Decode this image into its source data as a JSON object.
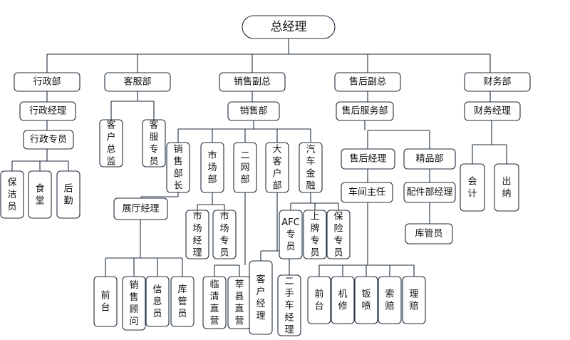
{
  "nodes": {
    "ceo": "总经理",
    "admin_dept": "行政部",
    "admin_manager": "行政经理",
    "admin_specialist": "行政专员",
    "cleaner": "保洁员",
    "canteen": "食堂",
    "logistics": "后勤",
    "cs_dept": "客服部",
    "cs_director": "客户总监",
    "cs_specialist": "客服专员",
    "sales_vp": "销售副总",
    "sales_dept": "销售部",
    "sales_head": "销售部长",
    "showroom_manager": "展厅经理",
    "reception_sales": "前台",
    "sales_consultant": "销售顾问",
    "info_staff": "信息员",
    "warehouse_sales": "库管员",
    "marketing_dept": "市场部",
    "market_manager": "市场经理",
    "market_specialist": "市场专员",
    "secondary_network": "二网部",
    "linqing": "临清直营",
    "shenxian": "莘县直营",
    "key_account": "大客户部",
    "account_manager": "客户经理",
    "used_car_manager": "二手车经理",
    "auto_finance": "汽车金融",
    "afc_specialist": "AFC专员",
    "license_specialist": "上牌专员",
    "insurance_specialist": "保险专员",
    "aftersales_vp": "售后副总",
    "aftersales_service_dept": "售后服务部",
    "aftersales_manager": "售后经理",
    "workshop_director": "车间主任",
    "reception_after": "前台",
    "mechanic": "机修",
    "body_paint": "钣喷",
    "claims": "索赔",
    "adjuster": "理赔",
    "boutique_dept": "精品部",
    "parts_manager": "配件部经理",
    "warehouse_after": "库管员",
    "finance_dept": "财务部",
    "finance_manager": "财务经理",
    "accountant": "会计",
    "cashier": "出纳"
  }
}
